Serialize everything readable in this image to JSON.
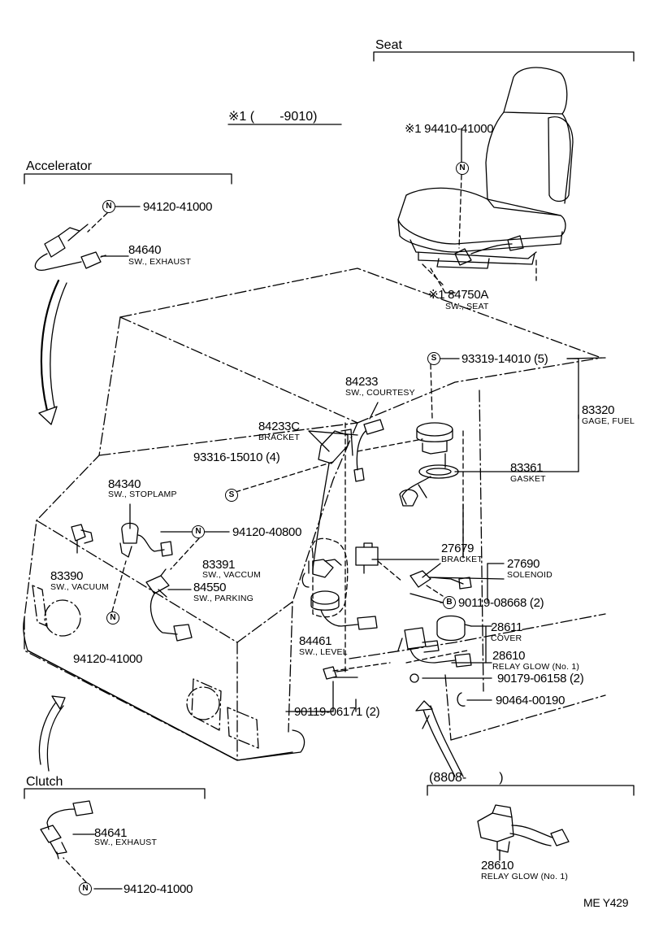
{
  "sections": {
    "accelerator": "Accelerator",
    "seat": "Seat",
    "clutch": "Clutch",
    "date_range": "(8808-         )",
    "note": "※1 (       -9010)"
  },
  "markers": {
    "n": "N",
    "s": "S",
    "b": "B"
  },
  "parts": {
    "p94120_41000_a": "94120-41000",
    "p84640": {
      "num": "84640",
      "desc": "SW., EXHAUST"
    },
    "p94410": "※1 94410-41000",
    "p84750a": {
      "num": "※1 84750A",
      "desc": "SW., SEAT"
    },
    "p93319": "93319-14010 (5)",
    "p84233": {
      "num": "84233",
      "desc": "SW., COURTESY"
    },
    "p84233c": {
      "num": "84233C",
      "desc": "BRACKET"
    },
    "p83320": {
      "num": "83320",
      "desc": "GAGE, FUEL"
    },
    "p93316": "93316-15010 (4)",
    "p83361": {
      "num": "83361",
      "desc": "GASKET"
    },
    "p84340": {
      "num": "84340",
      "desc": "SW., STOPLAMP"
    },
    "p94120_40800": "94120-40800",
    "p27679": {
      "num": "27679",
      "desc": "BRACKET"
    },
    "p27690": {
      "num": "27690",
      "desc": "SOLENOID"
    },
    "p83391": {
      "num": "83391",
      "desc": "SW., VACCUM"
    },
    "p84550": {
      "num": "84550",
      "desc": "SW., PARKING"
    },
    "p83390": {
      "num": "83390",
      "desc": "SW., VACUUM"
    },
    "p90119_08668": "90119-08668 (2)",
    "p28611": {
      "num": "28611",
      "desc": "COVER"
    },
    "p84461": {
      "num": "84461",
      "desc": "SW., LEVEL"
    },
    "p28610": {
      "num": "28610",
      "desc": "RELAY GLOW (No. 1)"
    },
    "p94120_41000_b": "94120-41000",
    "p90179": "90179-06158 (2)",
    "p90464": "90464-00190",
    "p90119_06171": "90119-06171 (2)",
    "p84641": {
      "num": "84641",
      "desc": "SW., EXHAUST"
    },
    "p94120_41000_c": "94120-41000",
    "p28610_b": {
      "num": "28610",
      "desc": "RELAY GLOW (No. 1)"
    }
  },
  "footer": {
    "code": "ME Y429"
  }
}
